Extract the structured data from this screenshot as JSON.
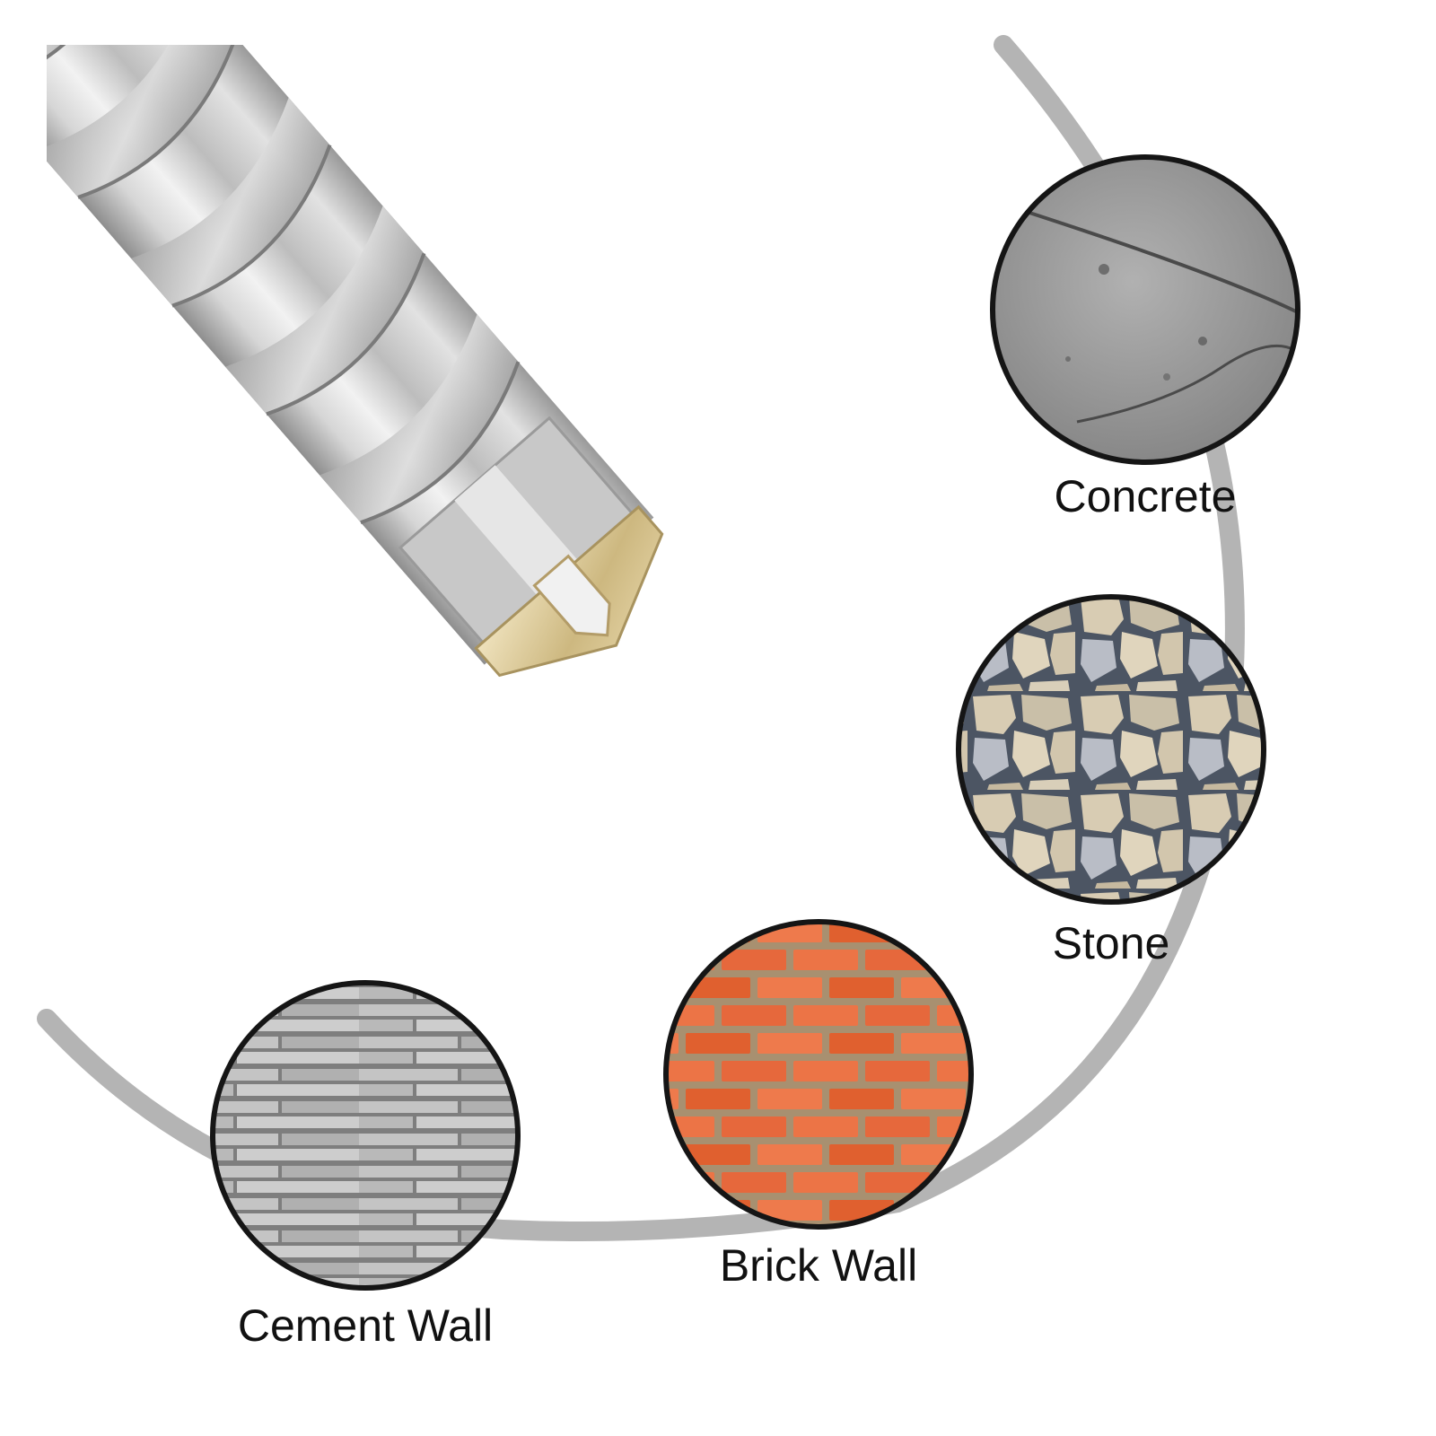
{
  "colors": {
    "ring": "#b4b4b4",
    "steel_light": "#e4e4e4",
    "steel_mid": "#bcbcbc",
    "steel_dark": "#8e8e8e",
    "carbide": "#d9c79a",
    "circle_border": "#151515",
    "concrete": "#9a9a9a",
    "stone": "#d7cdb8",
    "stone_grout": "#4c5563",
    "brick": "#e6683c",
    "mortar": "#a89070",
    "cement": "#b8b8b8"
  },
  "icons": {
    "drill_bit": "masonry-drill-bit-icon",
    "concrete": "concrete-texture-icon",
    "stone": "stone-wall-texture-icon",
    "brick": "brick-wall-texture-icon",
    "cement": "cement-wall-texture-icon"
  },
  "materials": [
    {
      "key": "concrete",
      "label": "Concrete"
    },
    {
      "key": "stone",
      "label": "Stone"
    },
    {
      "key": "brick",
      "label": "Brick Wall"
    },
    {
      "key": "cement",
      "label": "Cement Wall"
    }
  ]
}
